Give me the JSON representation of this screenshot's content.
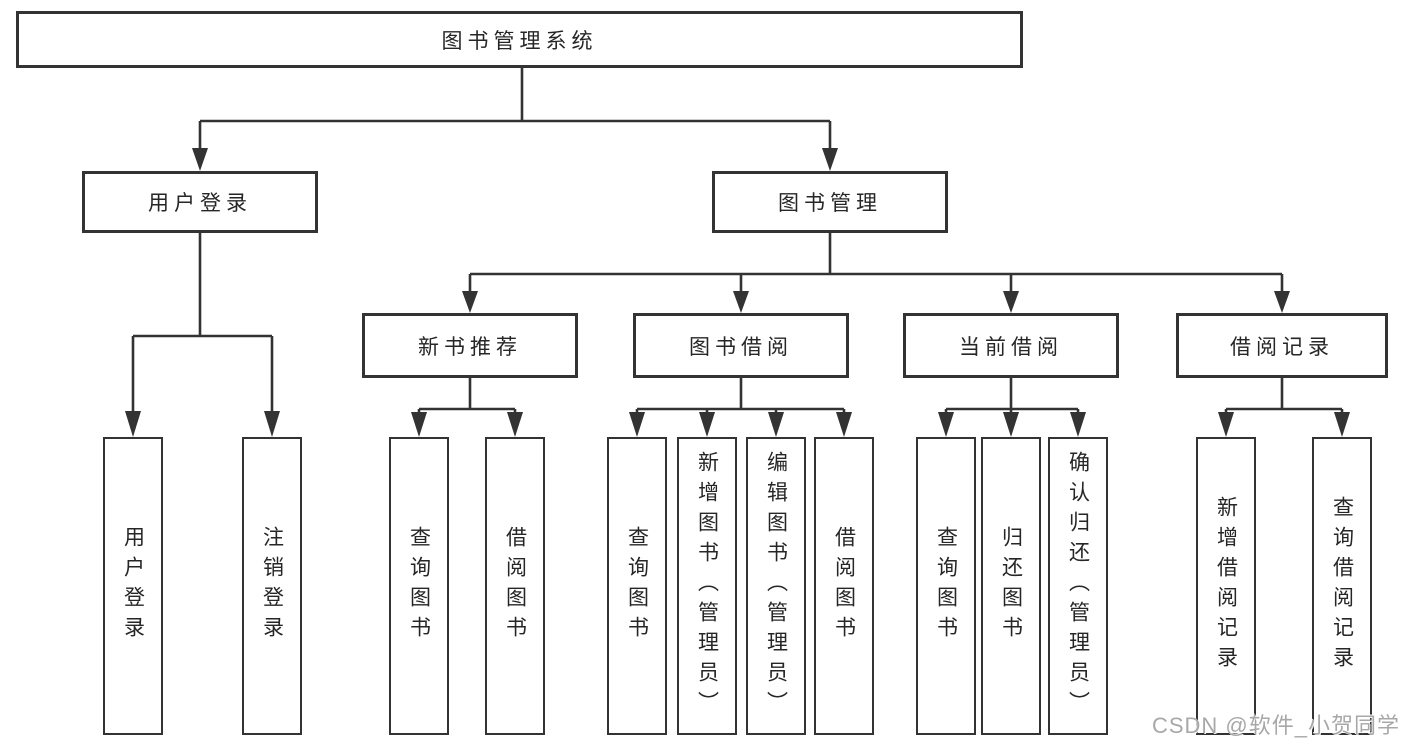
{
  "diagram": {
    "root": {
      "label": "图书管理系统",
      "children": [
        {
          "label": "用户登录",
          "children": [
            {
              "label": "用户登录"
            },
            {
              "label": "注销登录"
            }
          ]
        },
        {
          "label": "图书管理",
          "children": [
            {
              "label": "新书推荐",
              "children": [
                {
                  "label": "查询图书"
                },
                {
                  "label": "借阅图书"
                }
              ]
            },
            {
              "label": "图书借阅",
              "children": [
                {
                  "label": "查询图书"
                },
                {
                  "label": "新增图书（管理员）"
                },
                {
                  "label": "编辑图书（管理员）"
                },
                {
                  "label": "借阅图书"
                }
              ]
            },
            {
              "label": "当前借阅",
              "children": [
                {
                  "label": "查询图书"
                },
                {
                  "label": "归还图书"
                },
                {
                  "label": "确认归还（管理员）"
                }
              ]
            },
            {
              "label": "借阅记录",
              "children": [
                {
                  "label": "新增借阅记录"
                },
                {
                  "label": "查询借阅记录"
                }
              ]
            }
          ]
        }
      ]
    }
  },
  "watermark": {
    "text": "CSDN @软件_小贺同学"
  },
  "colors": {
    "line": "#333333",
    "border": "#333333",
    "text": "#262626",
    "watermark": "#a8a8a8",
    "background": "#ffffff"
  }
}
